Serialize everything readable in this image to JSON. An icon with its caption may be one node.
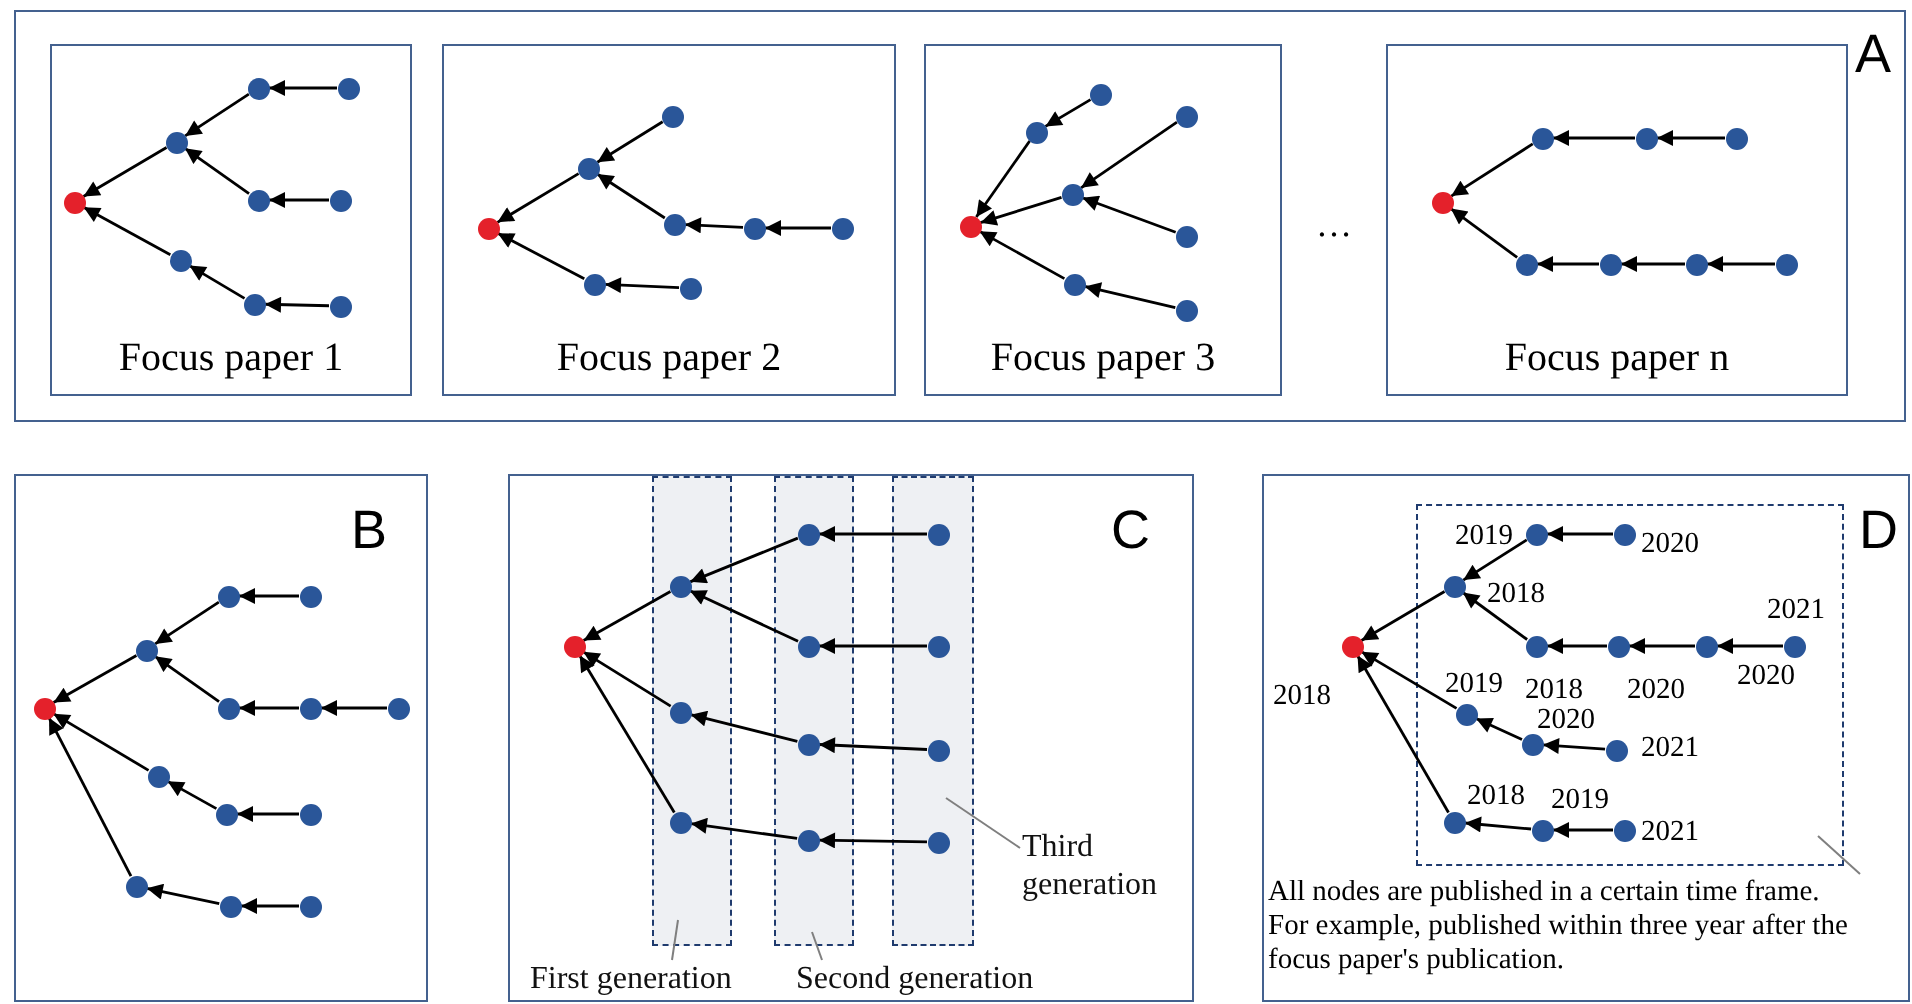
{
  "diagram": {
    "nodes": [
      {
        "text": [
          "A"
        ]
      },
      {
        "text": [
          "Focus paper 1"
        ],
        "in": 0
      },
      {
        "text": [],
        "shape": "circle",
        "in": 1
      },
      {
        "text": [],
        "shape": "circle",
        "in": 1
      },
      {
        "text": [],
        "shape": "circle",
        "in": 1
      },
      {
        "text": [],
        "shape": "circle",
        "in": 1
      },
      {
        "text": [],
        "shape": "circle",
        "in": 1
      },
      {
        "text": [],
        "shape": "circle",
        "in": 1
      },
      {
        "text": [],
        "shape": "circle",
        "in": 1
      },
      {
        "text": [],
        "shape": "circle",
        "in": 1
      },
      {
        "text": [],
        "shape": "circle",
        "in": 1
      },
      {
        "text": [
          "Focus paper 2"
        ],
        "in": 0
      },
      {
        "text": [],
        "shape": "circle",
        "in": 11
      },
      {
        "text": [],
        "shape": "circle",
        "in": 11
      },
      {
        "text": [],
        "shape": "circle",
        "in": 11
      },
      {
        "text": [],
        "shape": "circle",
        "in": 11
      },
      {
        "text": [],
        "shape": "circle",
        "in": 11
      },
      {
        "text": [],
        "shape": "circle",
        "in": 11
      },
      {
        "text": [],
        "shape": "circle",
        "in": 11
      },
      {
        "text": [],
        "shape": "circle",
        "in": 11
      },
      {
        "text": [
          "Focus paper 3"
        ],
        "in": 0
      },
      {
        "text": [],
        "shape": "circle",
        "in": 20
      },
      {
        "text": [],
        "shape": "circle",
        "in": 20
      },
      {
        "text": [],
        "shape": "circle",
        "in": 20
      },
      {
        "text": [],
        "shape": "circle",
        "in": 20
      },
      {
        "text": [],
        "shape": "circle",
        "in": 20
      },
      {
        "text": [],
        "shape": "circle",
        "in": 20
      },
      {
        "text": [],
        "shape": "circle",
        "in": 20
      },
      {
        "text": [],
        "shape": "circle",
        "in": 20
      },
      {
        "text": [
          "Focus paper n"
        ],
        "in": 0
      },
      {
        "text": [],
        "shape": "circle",
        "in": 29
      },
      {
        "text": [],
        "shape": "circle",
        "in": 29
      },
      {
        "text": [],
        "shape": "circle",
        "in": 29
      },
      {
        "text": [],
        "shape": "circle",
        "in": 29
      },
      {
        "text": [],
        "shape": "circle",
        "in": 29
      },
      {
        "text": [],
        "shape": "circle",
        "in": 29
      },
      {
        "text": [],
        "shape": "circle",
        "in": 29
      },
      {
        "text": [],
        "shape": "circle",
        "in": 29
      },
      {
        "text": [
          "B"
        ]
      },
      {
        "text": [],
        "shape": "circle",
        "in": 38
      },
      {
        "text": [],
        "shape": "circle",
        "in": 38
      },
      {
        "text": [],
        "shape": "circle",
        "in": 38
      },
      {
        "text": [],
        "shape": "circle",
        "in": 38
      },
      {
        "text": [],
        "shape": "circle",
        "in": 38
      },
      {
        "text": [],
        "shape": "circle",
        "in": 38
      },
      {
        "text": [],
        "shape": "circle",
        "in": 38
      },
      {
        "text": [],
        "shape": "circle",
        "in": 38
      },
      {
        "text": [],
        "shape": "circle",
        "in": 38
      },
      {
        "text": [],
        "shape": "circle",
        "in": 38
      },
      {
        "text": [],
        "shape": "circle",
        "in": 38
      },
      {
        "text": [],
        "shape": "circle",
        "in": 38
      },
      {
        "text": [],
        "shape": "circle",
        "in": 38
      },
      {
        "text": [
          "C"
        ]
      },
      {
        "text": [],
        "shape": "circle",
        "in": 52
      },
      {
        "text": [],
        "shape": "box",
        "in": 52
      },
      {
        "text": [],
        "shape": "circle",
        "in": 54
      },
      {
        "text": [],
        "shape": "circle",
        "in": 54
      },
      {
        "text": [],
        "shape": "circle",
        "in": 54
      },
      {
        "text": [],
        "shape": "box",
        "in": 52
      },
      {
        "text": [],
        "shape": "circle",
        "in": 58
      },
      {
        "text": [],
        "shape": "circle",
        "in": 58
      },
      {
        "text": [],
        "shape": "circle",
        "in": 58
      },
      {
        "text": [],
        "shape": "circle",
        "in": 58
      },
      {
        "text": [],
        "shape": "box",
        "in": 52
      },
      {
        "text": [],
        "shape": "circle",
        "in": 63
      },
      {
        "text": [],
        "shape": "circle",
        "in": 63
      },
      {
        "text": [],
        "shape": "circle",
        "in": 63
      },
      {
        "text": [],
        "shape": "circle",
        "in": 63
      },
      {
        "text": [
          "Third generation"
        ],
        "in": 52
      },
      {
        "text": [
          "First generation"
        ],
        "in": 52
      },
      {
        "text": [
          "Second generation"
        ],
        "in": 52
      },
      {
        "text": [
          "D"
        ]
      },
      {
        "text": [],
        "shape": "circle",
        "in": 71,
        "beside": [
          "2018"
        ]
      },
      {
        "text": [],
        "shape": "box",
        "in": 71
      },
      {
        "text": [],
        "shape": "circle",
        "in": 73,
        "beside": [
          "2018"
        ]
      },
      {
        "text": [],
        "shape": "circle",
        "in": 73,
        "beside": [
          "2019"
        ]
      },
      {
        "text": [],
        "shape": "circle",
        "in": 73,
        "beside": [
          "2020"
        ]
      },
      {
        "text": [],
        "shape": "circle",
        "in": 73,
        "beside": [
          "2018"
        ]
      },
      {
        "text": [],
        "shape": "circle",
        "in": 73,
        "beside": [
          "2020"
        ]
      },
      {
        "text": [],
        "shape": "circle",
        "in": 73,
        "beside": [
          "2020"
        ]
      },
      {
        "text": [],
        "shape": "circle",
        "in": 73,
        "beside": [
          "2021"
        ]
      },
      {
        "text": [],
        "shape": "circle",
        "in": 73,
        "beside": [
          "2019"
        ]
      },
      {
        "text": [],
        "shape": "circle",
        "in": 73,
        "beside": [
          "2020"
        ]
      },
      {
        "text": [],
        "shape": "circle",
        "in": 73,
        "beside": [
          "2021"
        ]
      },
      {
        "text": [],
        "shape": "circle",
        "in": 73,
        "beside": [
          "2018"
        ]
      },
      {
        "text": [],
        "shape": "circle",
        "in": 73,
        "beside": [
          "2019"
        ]
      },
      {
        "text": [],
        "shape": "circle",
        "in": 73,
        "beside": [
          "2021"
        ]
      },
      {
        "text": [
          "All nodes are published in a certain time frame. For example, published within three year after the focus paper's publication."
        ],
        "in": 71
      }
    ],
    "edges": [
      {
        "from": 3,
        "to": 2,
        "arrow": "to"
      },
      {
        "from": 4,
        "to": 3,
        "arrow": "to"
      },
      {
        "from": 5,
        "to": 4,
        "arrow": "to"
      },
      {
        "from": 6,
        "to": 3,
        "arrow": "to"
      },
      {
        "from": 7,
        "to": 6,
        "arrow": "to"
      },
      {
        "from": 8,
        "to": 2,
        "arrow": "to"
      },
      {
        "from": 9,
        "to": 8,
        "arrow": "to"
      },
      {
        "from": 10,
        "to": 9,
        "arrow": "to"
      },
      {
        "from": 13,
        "to": 12,
        "arrow": "to"
      },
      {
        "from": 14,
        "to": 13,
        "arrow": "to"
      },
      {
        "from": 15,
        "to": 13,
        "arrow": "to"
      },
      {
        "from": 16,
        "to": 15,
        "arrow": "to"
      },
      {
        "from": 17,
        "to": 16,
        "arrow": "to"
      },
      {
        "from": 18,
        "to": 12,
        "arrow": "to"
      },
      {
        "from": 19,
        "to": 18,
        "arrow": "to"
      },
      {
        "from": 22,
        "to": 21,
        "arrow": "to"
      },
      {
        "from": 23,
        "to": 22,
        "arrow": "to"
      },
      {
        "from": 24,
        "to": 21,
        "arrow": "to"
      },
      {
        "from": 25,
        "to": 24,
        "arrow": "to"
      },
      {
        "from": 26,
        "to": 24,
        "arrow": "to"
      },
      {
        "from": 27,
        "to": 21,
        "arrow": "to"
      },
      {
        "from": 28,
        "to": 27,
        "arrow": "to"
      },
      {
        "from": 31,
        "to": 30,
        "arrow": "to"
      },
      {
        "from": 32,
        "to": 31,
        "arrow": "to"
      },
      {
        "from": 33,
        "to": 32,
        "arrow": "to"
      },
      {
        "from": 34,
        "to": 30,
        "arrow": "to"
      },
      {
        "from": 35,
        "to": 34,
        "arrow": "to"
      },
      {
        "from": 36,
        "to": 35,
        "arrow": "to"
      },
      {
        "from": 37,
        "to": 36,
        "arrow": "to"
      },
      {
        "from": 40,
        "to": 39,
        "arrow": "to"
      },
      {
        "from": 41,
        "to": 40,
        "arrow": "to"
      },
      {
        "from": 42,
        "to": 41,
        "arrow": "to"
      },
      {
        "from": 43,
        "to": 40,
        "arrow": "to"
      },
      {
        "from": 44,
        "to": 43,
        "arrow": "to"
      },
      {
        "from": 45,
        "to": 44,
        "arrow": "to"
      },
      {
        "from": 46,
        "to": 39,
        "arrow": "to"
      },
      {
        "from": 47,
        "to": 46,
        "arrow": "to"
      },
      {
        "from": 48,
        "to": 47,
        "arrow": "to"
      },
      {
        "from": 49,
        "to": 39,
        "arrow": "to"
      },
      {
        "from": 50,
        "to": 49,
        "arrow": "to"
      },
      {
        "from": 51,
        "to": 50,
        "arrow": "to"
      },
      {
        "from": 55,
        "to": 53,
        "arrow": "to"
      },
      {
        "from": 59,
        "to": 55,
        "arrow": "to"
      },
      {
        "from": 64,
        "to": 59,
        "arrow": "to"
      },
      {
        "from": 60,
        "to": 55,
        "arrow": "to"
      },
      {
        "from": 65,
        "to": 60,
        "arrow": "to"
      },
      {
        "from": 56,
        "to": 53,
        "arrow": "to"
      },
      {
        "from": 61,
        "to": 56,
        "arrow": "to"
      },
      {
        "from": 66,
        "to": 61,
        "arrow": "to"
      },
      {
        "from": 57,
        "to": 53,
        "arrow": "to"
      },
      {
        "from": 62,
        "to": 57,
        "arrow": "to"
      },
      {
        "from": 67,
        "to": 62,
        "arrow": "to"
      },
      {
        "from": 68,
        "to": 63,
        "arrow": "none",
        "color": "#7f7f7f"
      },
      {
        "from": 69,
        "to": 54,
        "arrow": "none",
        "color": "#7f7f7f"
      },
      {
        "from": 70,
        "to": 58,
        "arrow": "none",
        "color": "#7f7f7f"
      },
      {
        "from": 74,
        "to": 72,
        "arrow": "to"
      },
      {
        "from": 75,
        "to": 74,
        "arrow": "to"
      },
      {
        "from": 76,
        "to": 75,
        "arrow": "to"
      },
      {
        "from": 77,
        "to": 74,
        "arrow": "to"
      },
      {
        "from": 78,
        "to": 77,
        "arrow": "to"
      },
      {
        "from": 79,
        "to": 78,
        "arrow": "to"
      },
      {
        "from": 80,
        "to": 79,
        "arrow": "to"
      },
      {
        "from": 81,
        "to": 72,
        "arrow": "to"
      },
      {
        "from": 82,
        "to": 81,
        "arrow": "to"
      },
      {
        "from": 83,
        "to": 82,
        "arrow": "to"
      },
      {
        "from": 84,
        "to": 72,
        "arrow": "to"
      },
      {
        "from": 85,
        "to": 84,
        "arrow": "to"
      },
      {
        "from": 86,
        "to": 85,
        "arrow": "to"
      },
      {
        "from": 87,
        "to": 73,
        "arrow": "none",
        "color": "#7f7f7f"
      }
    ],
    "labels": [
      "…"
    ]
  }
}
